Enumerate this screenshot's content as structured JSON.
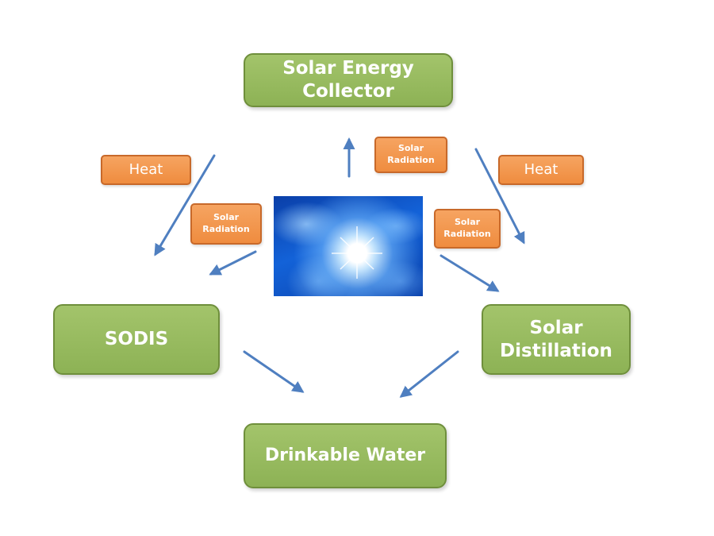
{
  "nodes": {
    "collector": "Solar Energy Collector",
    "sodis": "SODIS",
    "distillation": "Solar Distillation",
    "water": "Drinkable Water"
  },
  "labels": {
    "heat_left": "Heat",
    "heat_right": "Heat",
    "radiation_top": "Solar Radiation",
    "radiation_left": "Solar Radiation",
    "radiation_right": "Solar Radiation"
  },
  "colors": {
    "node_fill": "#8db255",
    "tag_fill": "#ef8c3f",
    "arrow": "#4f7fc0"
  },
  "icons": {
    "center_image": "sun-in-sky-image"
  }
}
